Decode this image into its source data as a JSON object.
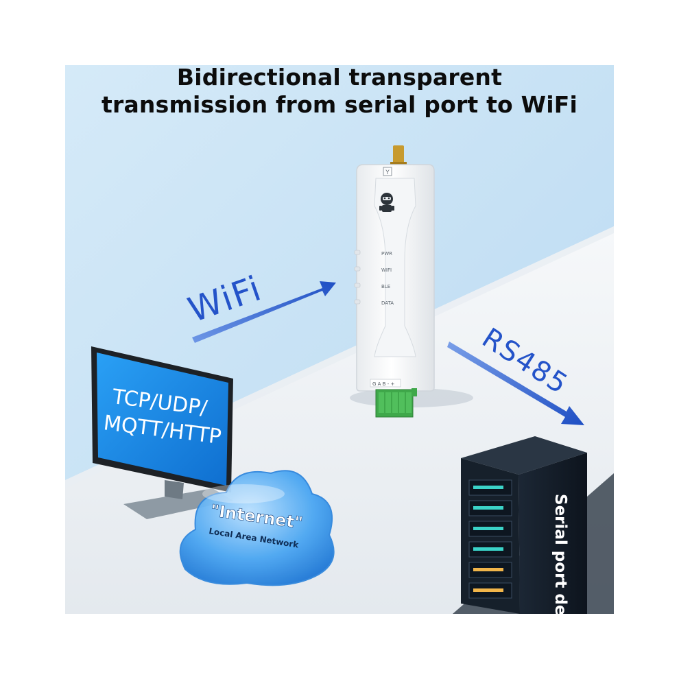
{
  "title": {
    "line1": "Bidirectional transparent",
    "line2": "transmission from serial port to WiFi"
  },
  "labels": {
    "wifi": "WiFi",
    "rs485": "RS485"
  },
  "monitor": {
    "line1": "TCP/UDP/",
    "line2": "MQTT/HTTP"
  },
  "cloud": {
    "main": "\"Internet\"",
    "sub": "Local Area Network"
  },
  "server": {
    "label": "Serial port devic"
  },
  "device": {
    "leds": [
      "PWR",
      "WIFI",
      "BLE",
      "DATA"
    ],
    "terminal": "G A B - +",
    "logo_mark": "Y"
  },
  "colors": {
    "sky": "#c8e2f4",
    "arrow": "#1f4fc4",
    "screen": "#1a8ae6",
    "cloud": "#4aa6f2",
    "terminal_block": "#3fa84a"
  }
}
